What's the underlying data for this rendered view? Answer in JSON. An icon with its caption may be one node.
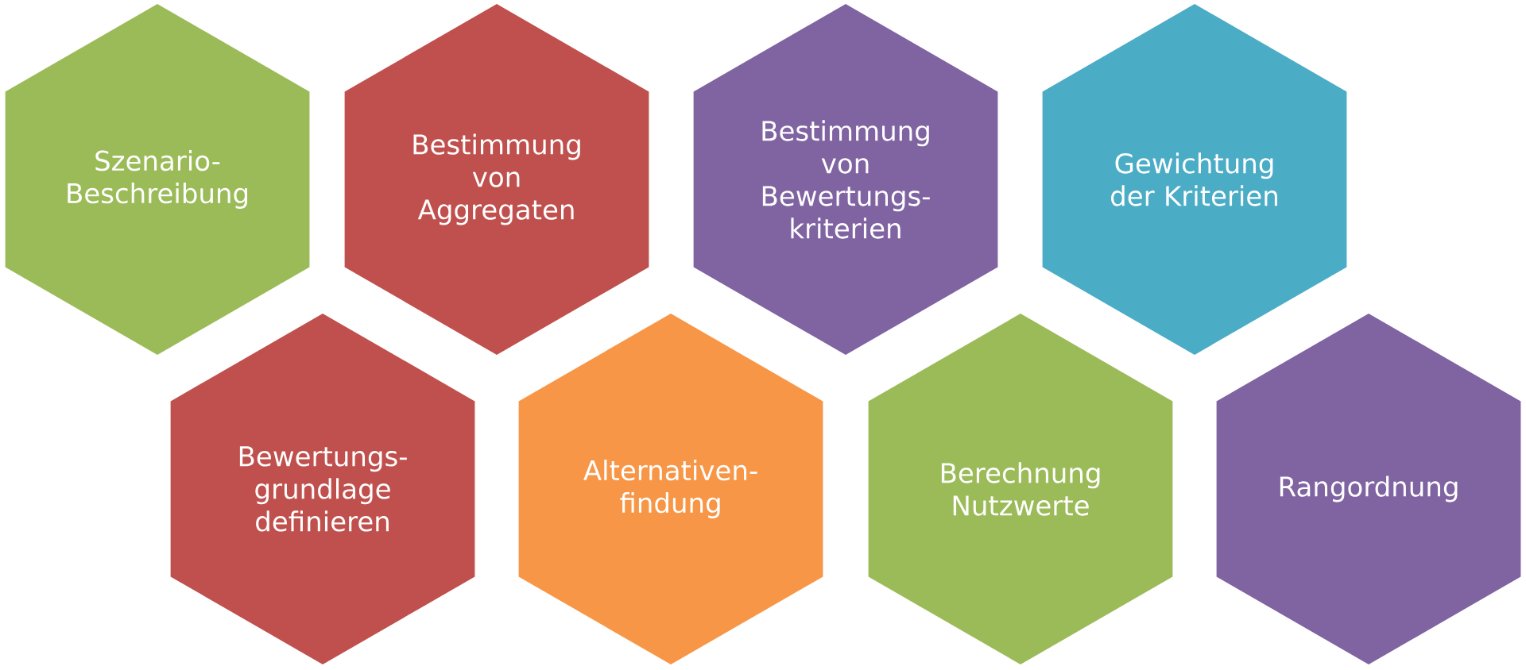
{
  "diagram": {
    "nodes": [
      {
        "text": [
          "Szenario-Beschreibung"
        ]
      },
      {
        "text": [
          "Bewertungs-grundlage definieren"
        ]
      },
      {
        "text": [
          "Bestimmung von Aggregaten"
        ]
      },
      {
        "text": [
          "Alternativen-findung"
        ]
      },
      {
        "text": [
          "Bestimmung von Bewertungs-kriterien"
        ]
      },
      {
        "text": [
          "Berechnung Nutzwerte"
        ]
      },
      {
        "text": [
          "Gewichtung der Kriterien"
        ]
      },
      {
        "text": [
          "Rangordnung"
        ]
      }
    ]
  }
}
